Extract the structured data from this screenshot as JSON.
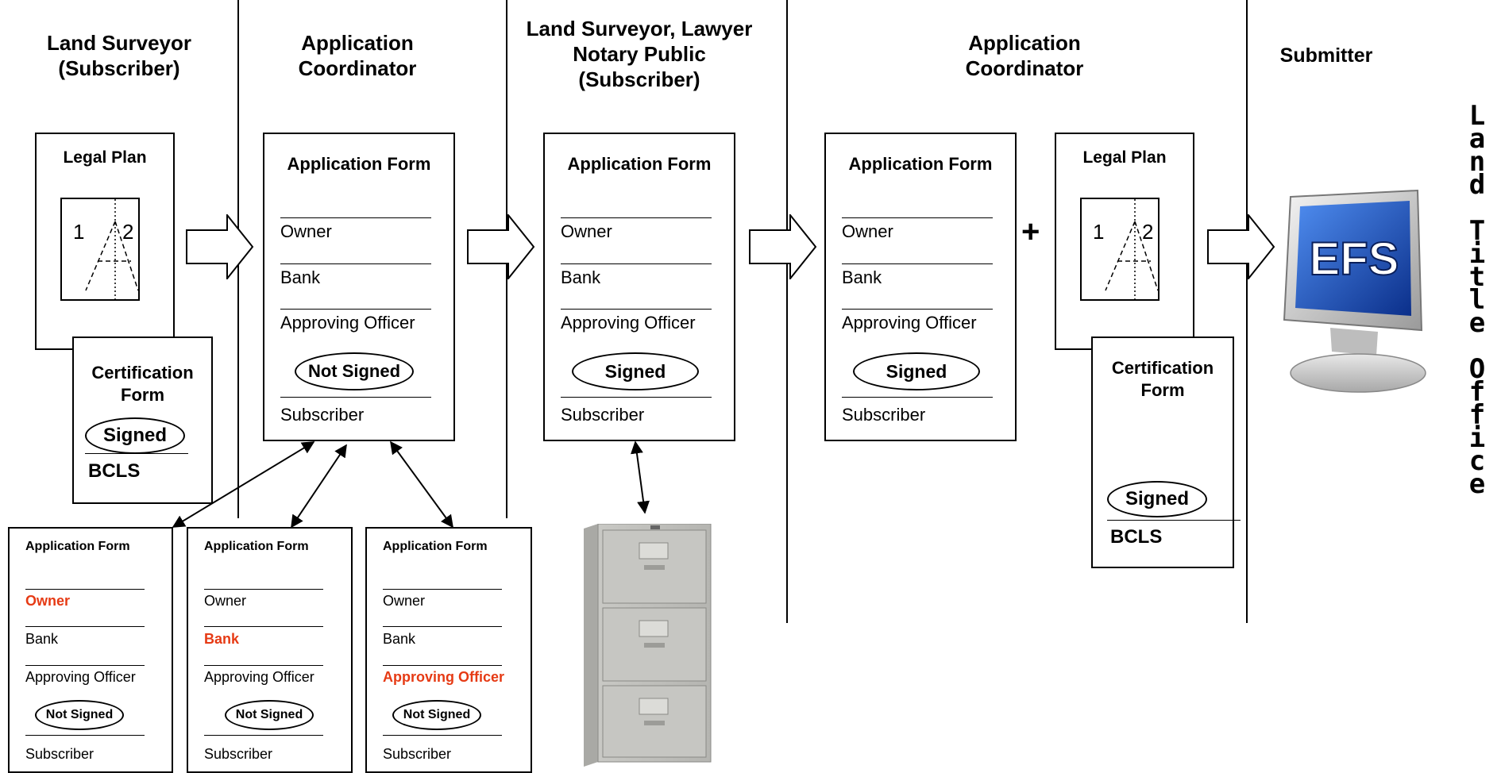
{
  "columns": {
    "land_surveyor": "Land Surveyor\n(Subscriber)",
    "app_coord_1": "Application\nCoordinator",
    "lawyer": "Land Surveyor, Lawyer\nNotary Public\n(Subscriber)",
    "app_coord_2": "Application\nCoordinator",
    "submitter": "Submitter"
  },
  "legal_plan": {
    "title": "Legal Plan",
    "lot_1": "1",
    "lot_2": "2"
  },
  "certification_form": {
    "title": "Certification\nForm",
    "signed": "Signed",
    "signer": "BCLS"
  },
  "application_form": {
    "title": "Application Form",
    "owner": "Owner",
    "bank": "Bank",
    "approving_officer": "Approving Officer",
    "subscriber": "Subscriber",
    "not_signed": "Not Signed",
    "signed": "Signed"
  },
  "plus": "+",
  "efs_label": "EFS",
  "land_title_office": [
    "Land",
    "Title",
    "Office"
  ],
  "colors": {
    "highlight": "#e63a14",
    "monitor_blue": "#1a56c8"
  }
}
